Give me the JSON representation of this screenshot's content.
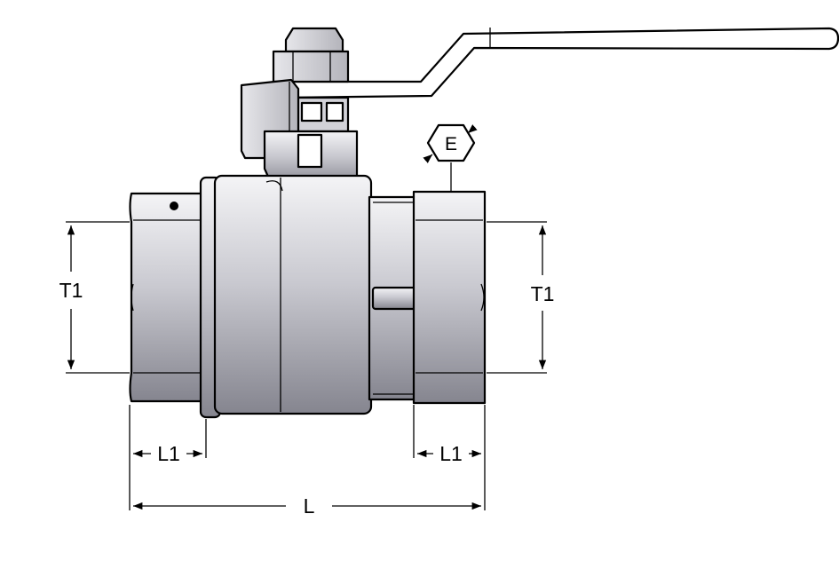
{
  "labels": {
    "t1_left": "T1",
    "t1_right": "T1",
    "l1_left": "L1",
    "l1_right": "L1",
    "l_total": "L",
    "hex": "E"
  },
  "colors": {
    "body_light": "#f4f4f6",
    "body_dark": "#85858f",
    "handle_fill": "#ffffff",
    "line": "#000000"
  }
}
